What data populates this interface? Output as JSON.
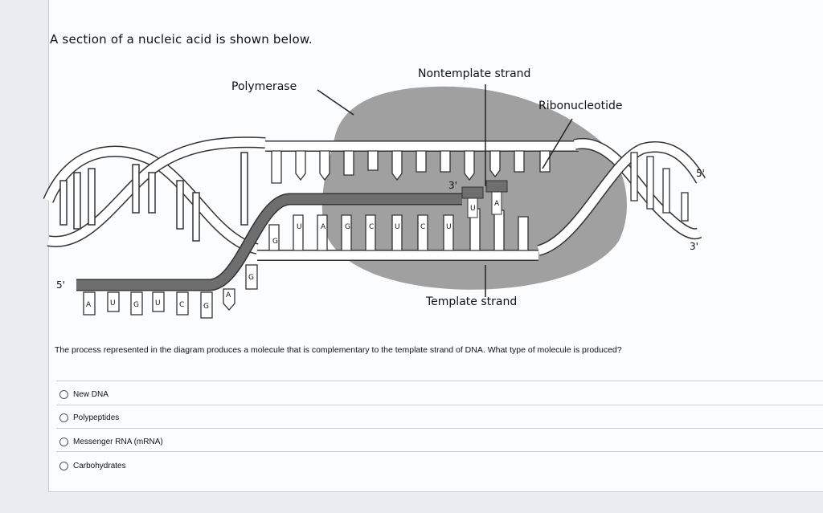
{
  "intro": "A section of a nucleic acid is shown below.",
  "diagram": {
    "labels": {
      "polymerase": "Polymerase",
      "nontemplate": "Nontemplate strand",
      "ribonucleotide": "Ribonucleotide",
      "template": "Template strand",
      "five_prime_right": "5'",
      "three_prime_right": "3'",
      "five_prime_left": "5'",
      "three_prime_inner": "3'"
    },
    "template_bases": [
      "U",
      "A",
      "G",
      "C",
      "U",
      "C",
      "U"
    ],
    "rna_bases_lower": [
      "A",
      "U",
      "G",
      "U",
      "C",
      "G"
    ],
    "extra_bases": {
      "g1": "G",
      "g2": "G",
      "a1": "A",
      "u_top": "U",
      "a_top": "A"
    }
  },
  "question": "The process represented in the diagram produces a molecule that is complementary to the template strand of DNA. What type of molecule is produced?",
  "options": [
    {
      "label": "New DNA"
    },
    {
      "label": "Polypeptides"
    },
    {
      "label": "Messenger RNA (mRNA)"
    },
    {
      "label": "Carbohydrates"
    }
  ],
  "colors": {
    "polymerase": "#8f8f8f",
    "rna_strand": "#6e6e6e",
    "strand_outline": "#333333"
  }
}
